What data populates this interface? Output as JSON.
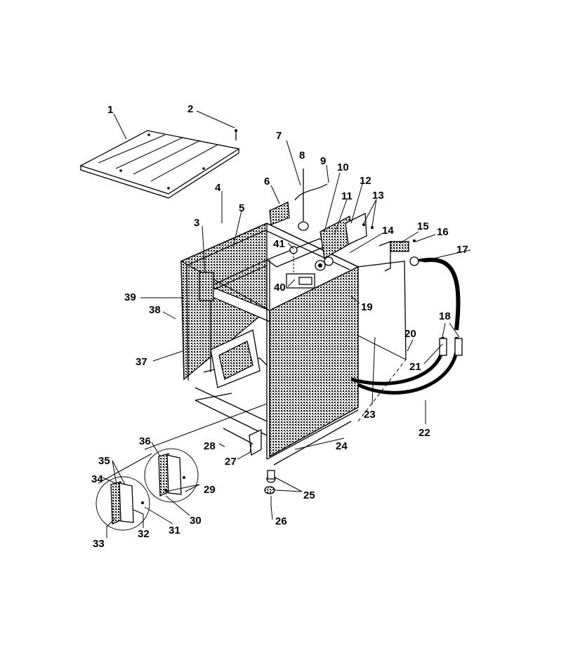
{
  "callouts": [
    {
      "id": "1",
      "text": "1"
    },
    {
      "id": "2",
      "text": "2"
    },
    {
      "id": "3",
      "text": "3"
    },
    {
      "id": "4",
      "text": "4"
    },
    {
      "id": "5",
      "text": "5"
    },
    {
      "id": "6",
      "text": "6"
    },
    {
      "id": "7",
      "text": "7"
    },
    {
      "id": "8",
      "text": "8"
    },
    {
      "id": "9",
      "text": "9"
    },
    {
      "id": "10",
      "text": "10"
    },
    {
      "id": "11",
      "text": "11"
    },
    {
      "id": "12",
      "text": "12"
    },
    {
      "id": "13",
      "text": "13"
    },
    {
      "id": "14",
      "text": "14"
    },
    {
      "id": "15",
      "text": "15"
    },
    {
      "id": "16",
      "text": "16"
    },
    {
      "id": "17",
      "text": "17"
    },
    {
      "id": "18",
      "text": "18"
    },
    {
      "id": "19",
      "text": "19"
    },
    {
      "id": "20",
      "text": "20"
    },
    {
      "id": "21",
      "text": "21"
    },
    {
      "id": "22",
      "text": "22"
    },
    {
      "id": "23",
      "text": "23"
    },
    {
      "id": "24",
      "text": "24"
    },
    {
      "id": "25",
      "text": "25"
    },
    {
      "id": "26",
      "text": "26"
    },
    {
      "id": "27",
      "text": "27"
    },
    {
      "id": "28",
      "text": "28"
    },
    {
      "id": "29",
      "text": "29"
    },
    {
      "id": "30",
      "text": "30"
    },
    {
      "id": "31",
      "text": "31"
    },
    {
      "id": "32",
      "text": "32"
    },
    {
      "id": "33",
      "text": "33"
    },
    {
      "id": "34",
      "text": "34"
    },
    {
      "id": "35",
      "text": "35"
    },
    {
      "id": "36",
      "text": "36"
    },
    {
      "id": "37",
      "text": "37"
    },
    {
      "id": "38",
      "text": "38"
    },
    {
      "id": "39",
      "text": "39"
    },
    {
      "id": "40",
      "text": "40"
    },
    {
      "id": "41",
      "text": "41"
    }
  ]
}
